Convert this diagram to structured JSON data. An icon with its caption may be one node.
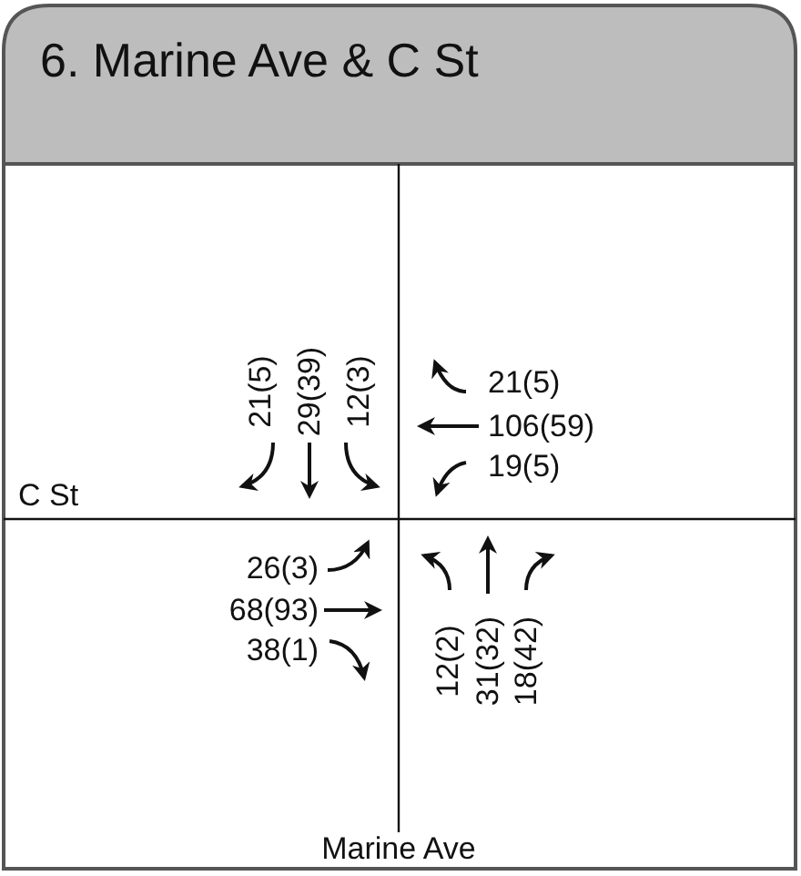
{
  "diagram": {
    "title": "6. Marine Ave & C St",
    "labels": [
      "C St",
      "21(5)",
      "29(39)",
      "12(3)",
      "21(5)",
      "106(59)",
      "19(5)",
      "26(3)",
      "68(93)",
      "38(1)",
      "12(2)",
      "31(32)",
      "18(42)",
      "Marine Ave"
    ]
  }
}
